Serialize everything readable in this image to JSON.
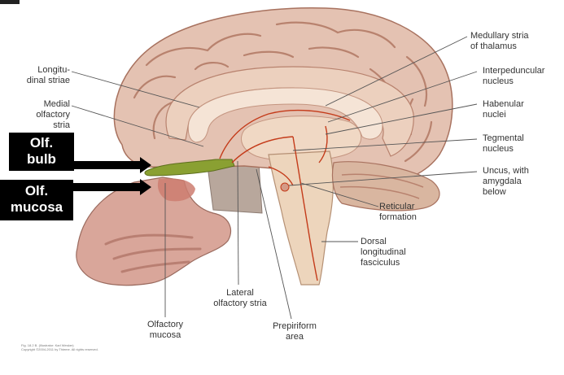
{
  "labels": {
    "longitudinal_striae": [
      "Longitu-",
      "dinal striae"
    ],
    "medial_olfactory_stria": [
      "Medial",
      "olfactory",
      "stria"
    ],
    "medullary_stria": [
      "Medullary stria",
      "of thalamus"
    ],
    "interpeduncular": [
      "Interpeduncular",
      "nucleus"
    ],
    "habenular": [
      "Habenular",
      "nuclei"
    ],
    "tegmental": [
      "Tegmental",
      "nucleus"
    ],
    "uncus": [
      "Uncus, with",
      "amygdala",
      "below"
    ],
    "reticular": [
      "Reticular",
      "formation"
    ],
    "dorsal_longitudinal": [
      "Dorsal",
      "longitudinal",
      "fasciculus"
    ],
    "lateral_olfactory": [
      "Lateral",
      "olfactory stria"
    ],
    "olfactory_mucosa": [
      "Olfactory",
      "mucosa"
    ],
    "prepiriform": [
      "Prepiriform",
      "area"
    ]
  },
  "callouts": {
    "olf_bulb": [
      "Olf.",
      "bulb"
    ],
    "olf_mucosa": [
      "Olf.",
      "mucosa"
    ]
  },
  "credit": [
    "Fig. 18.2 B. (Illustrator: Karl Wesker)",
    "Copyright ©2004-2011 by Thieme. All rights reserved."
  ],
  "colors": {
    "cortex": "#e4c2b2",
    "gyrus_line": "#a8725f",
    "white_matter": "#f1d9c7",
    "brainstem": "#edd5bc",
    "nasal": "#d9a69a",
    "nerve": "#8aa032",
    "pathway": "#c43b1a",
    "leader": "#555555",
    "callout_bg": "#000000"
  }
}
